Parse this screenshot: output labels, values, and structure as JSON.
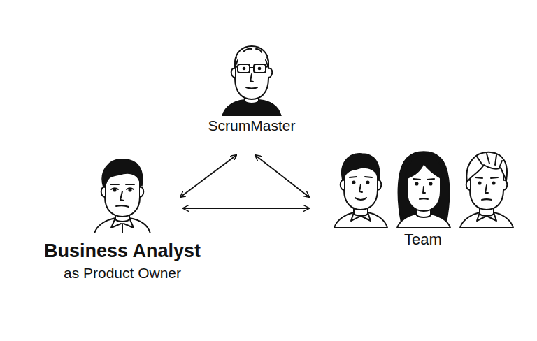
{
  "diagram": {
    "nodes": [
      {
        "text": [
          "ScrumMaster"
        ]
      },
      {
        "text": [
          "Business Analyst",
          "as Product Owner"
        ]
      },
      {
        "text": [
          "Team"
        ]
      }
    ],
    "edges": [
      {
        "from": 0,
        "to": 1,
        "arrow": "both"
      },
      {
        "from": 0,
        "to": 2,
        "arrow": "both"
      },
      {
        "from": 1,
        "to": 2,
        "arrow": "both"
      }
    ]
  }
}
